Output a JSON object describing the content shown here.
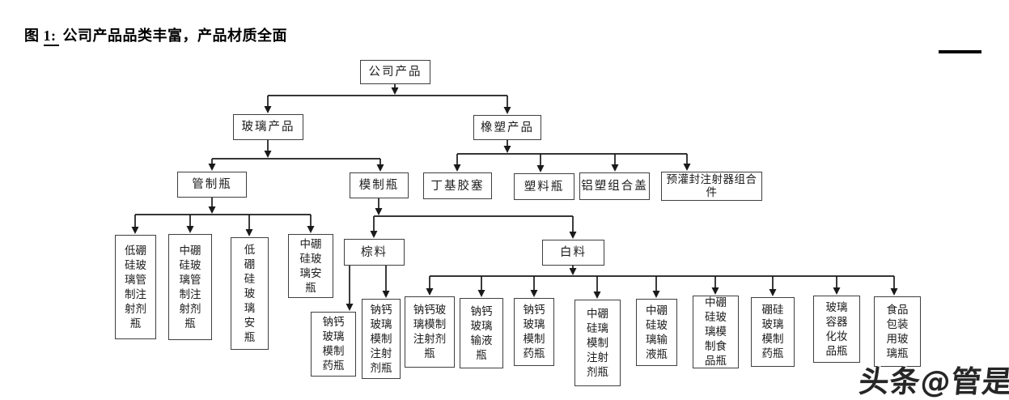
{
  "title": {
    "prefix": "图 ",
    "figure_no": "1:",
    "text": " 公司产品品类丰富，产品材质全面"
  },
  "watermark": "头条@管是",
  "diagram": {
    "nodes": [
      {
        "id": "company-products",
        "label": "公司产品"
      },
      {
        "id": "glass-products",
        "label": "玻璃产品"
      },
      {
        "id": "rubber-plastic-products",
        "label": "橡塑产品"
      },
      {
        "id": "tube-made-vial",
        "label": "管制瓶"
      },
      {
        "id": "molded-vial",
        "label": "模制瓶"
      },
      {
        "id": "butyl-rubber-stopper",
        "label": "丁基胶塞"
      },
      {
        "id": "plastic-bottle",
        "label": "塑料瓶"
      },
      {
        "id": "aluminum-plastic-combo-cap",
        "label": "铝塑组合盖"
      },
      {
        "id": "prefilled-syringe-assembly",
        "label": "预灌封注射器组合件"
      },
      {
        "id": "amber-material",
        "label": "棕料"
      },
      {
        "id": "flint-material",
        "label": "白料"
      },
      {
        "id": "low-boro-tube-injection-vial",
        "label": "低硼\n硅玻\n璃管\n制注\n射剂\n瓶"
      },
      {
        "id": "mid-boro-tube-injection-vial",
        "label": "中硼\n硅玻\n璃管\n制注\n射剂\n瓶"
      },
      {
        "id": "low-boro-ampoule",
        "label": "低\n硼\n硅\n玻\n璃\n安\n瓶"
      },
      {
        "id": "mid-boro-ampoule",
        "label": "中硼\n硅玻\n璃安\n瓶"
      },
      {
        "id": "soda-lime-molded-medicine-bottle-amber",
        "label": "钠钙\n玻璃\n模制\n药瓶"
      },
      {
        "id": "soda-lime-molded-injection-vial-amber",
        "label": "钠钙\n玻璃\n模制\n注射\n剂瓶"
      },
      {
        "id": "soda-lime-molded-injection-vial",
        "label": "钠钙玻\n璃模制\n注射剂\n瓶"
      },
      {
        "id": "soda-lime-infusion-bottle",
        "label": "钠钙\n玻璃\n输液\n瓶"
      },
      {
        "id": "soda-lime-molded-medicine-bottle",
        "label": "钠钙\n玻璃\n模制\n药瓶"
      },
      {
        "id": "mid-boro-molded-injection-vial",
        "label": "中硼\n硅璃\n模制\n注射\n剂瓶"
      },
      {
        "id": "mid-boro-infusion-bottle",
        "label": "中硼\n硅玻\n璃输\n液瓶"
      },
      {
        "id": "mid-boro-molded-food-bottle",
        "label": "中硼\n硅玻\n璃模\n制食\n品瓶"
      },
      {
        "id": "boro-molded-medicine-bottle",
        "label": "硼硅\n玻璃\n模制\n药瓶"
      },
      {
        "id": "glass-cosmetic-container-bottle",
        "label": "玻璃\n容器\n化妆\n品瓶"
      },
      {
        "id": "food-packaging-glass-bottle",
        "label": "食品\n包装\n用玻\n璃瓶"
      }
    ]
  }
}
